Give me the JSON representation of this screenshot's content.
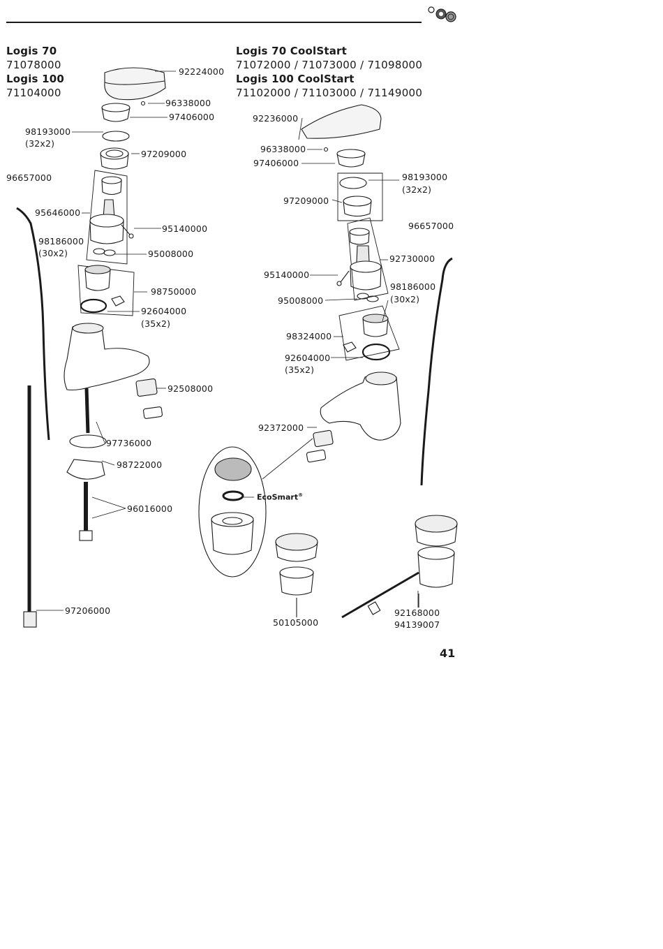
{
  "left_block": {
    "title1": "Logis 70",
    "code1": "71078000",
    "title2": "Logis 100",
    "code2": "71104000"
  },
  "right_block": {
    "title1": "Logis 70 CoolStart",
    "code1": "71072000 / 71073000 / 71098000",
    "title2": "Logis 100 CoolStart",
    "code2": "71102000 / 71103000 / 71149000"
  },
  "left_labels": {
    "l92224000": "92224000",
    "l96338000": "96338000",
    "l97406000": "97406000",
    "l98193000": "98193000",
    "l98193000_size": "(32x2)",
    "l97209000": "97209000",
    "l96657000": "96657000",
    "l95646000": "95646000",
    "l95140000": "95140000",
    "l98186000": "98186000",
    "l98186000_size": "(30x2)",
    "l95008000": "95008000",
    "l98750000": "98750000",
    "l92604000": "92604000",
    "l92604000_size": "(35x2)",
    "l92508000": "92508000",
    "l97736000": "97736000",
    "l98722000": "98722000",
    "l96016000": "96016000",
    "l97206000": "97206000"
  },
  "right_labels": {
    "r92236000": "92236000",
    "r96338000": "96338000",
    "r97406000": "97406000",
    "r98193000": "98193000",
    "r98193000_size": "(32x2)",
    "r97209000": "97209000",
    "r96657000": "96657000",
    "r92730000": "92730000",
    "r95140000": "95140000",
    "r98186000": "98186000",
    "r98186000_size": "(30x2)",
    "r95008000": "95008000",
    "r98324000": "98324000",
    "r92604000": "92604000",
    "r92604000_size": "(35x2)",
    "r92372000": "92372000",
    "ecosmart": "EcoSmart",
    "ecosmart_mark": "®",
    "r50105000": "50105000",
    "r92168000": "92168000",
    "r94139007": "94139007"
  },
  "page_number": "41"
}
